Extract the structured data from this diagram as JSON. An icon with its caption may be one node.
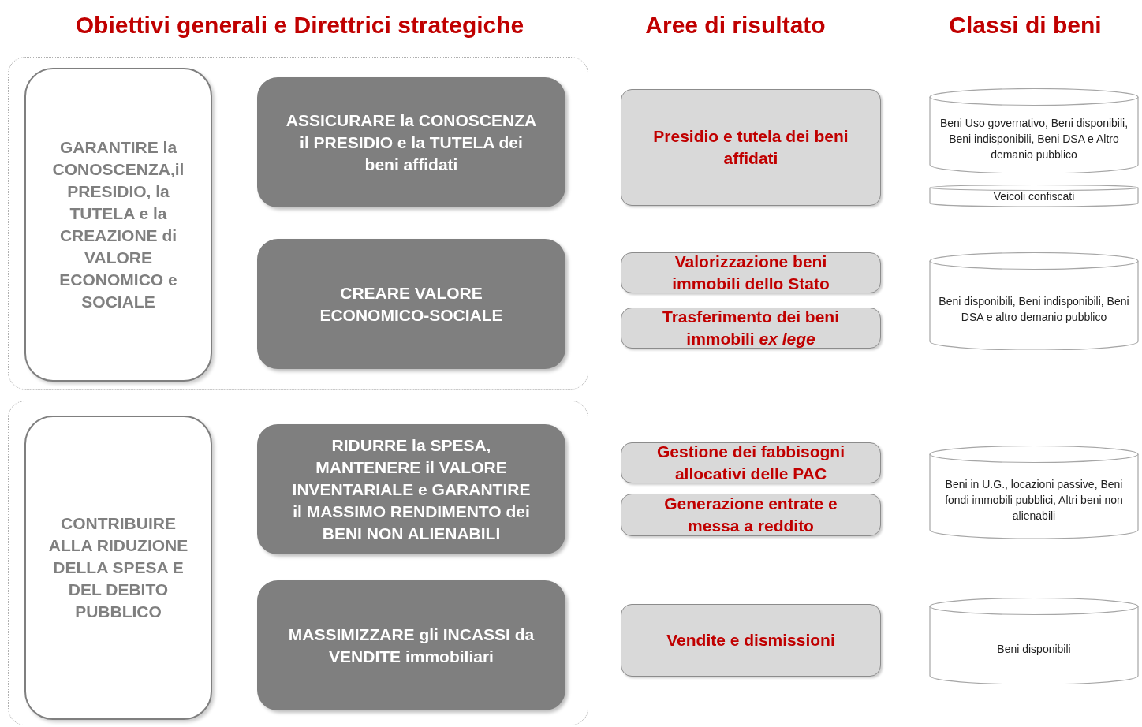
{
  "diagram": {
    "nodes": [
      {
        "text": [],
        "shape": "box"
      },
      {
        "text": [
          "GARANTIRE la CONOSCENZA,il PRESIDIO, la TUTELA e la CREAZIONE di VALORE ECONOMICO e SOCIALE"
        ],
        "in": 0
      },
      {
        "text": [
          "ASSICURARE la CONOSCENZA il PRESIDIO e la TUTELA dei beni affidati"
        ],
        "in": 0
      },
      {
        "text": [
          "CREARE VALORE ECONOMICO-SOCIALE"
        ],
        "in": 0
      },
      {
        "text": [],
        "shape": "box"
      },
      {
        "text": [
          "CONTRIBUIRE ALLA RIDUZIONE DELLA SPESA E DEL DEBITO PUBBLICO"
        ],
        "in": 4
      },
      {
        "text": [
          "RIDURRE la SPESA, MANTENERE il VALORE INVENTARIALE e GARANTIRE il MASSIMO RENDIMENTO dei BENI NON ALIENABILI"
        ],
        "in": 4
      },
      {
        "text": [
          "MASSIMIZZARE gli INCASSI da VENDITE immobiliari"
        ],
        "in": 4
      },
      {
        "text": [
          "Presidio e tutela dei beni affidati"
        ]
      },
      {
        "text": [
          "Valorizzazione beni immobili dello Stato"
        ]
      },
      {
        "text": [
          "Trasferimento dei beni immobili *ex lege*"
        ]
      },
      {
        "text": [
          "Gestione dei fabbisogni allocativi delle PAC"
        ]
      },
      {
        "text": [
          "Generazione entrate e messa a reddito"
        ]
      },
      {
        "text": [
          "Vendite e dismissioni"
        ]
      },
      {
        "text": [
          "Beni Uso governativo, Beni disponibili, Beni indisponibili, Beni DSA e Altro demanio pubblico"
        ]
      },
      {
        "text": [
          "Veicoli confiscati"
        ]
      },
      {
        "text": [
          "Beni disponibili, Beni indisponibili, Beni DSA e altro demanio pubblico"
        ]
      },
      {
        "text": [
          "Beni in U.G., locazioni passive, Beni fondi immobili pubblici, Altri beni non alienabili"
        ]
      },
      {
        "text": [
          "Beni disponibili"
        ]
      }
    ],
    "edges": [],
    "labels": [
      "Obiettivi generali e Direttrici strategiche",
      "Aree di risultato",
      "Classi di beni"
    ]
  }
}
